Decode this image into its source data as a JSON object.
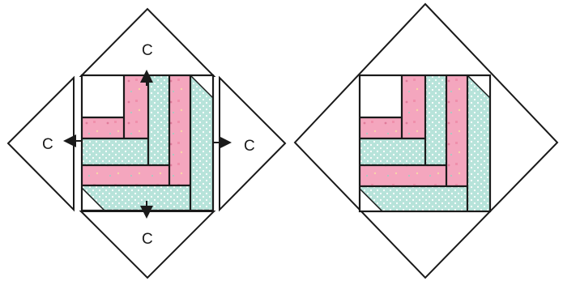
{
  "left_block": {
    "labels": {
      "top": "C",
      "left": "C",
      "right": "C",
      "bottom": "C"
    }
  },
  "colors": {
    "pink": "#f4a6be",
    "aqua": "#b7e3da",
    "outline": "#1a1a1a",
    "white": "#ffffff"
  }
}
